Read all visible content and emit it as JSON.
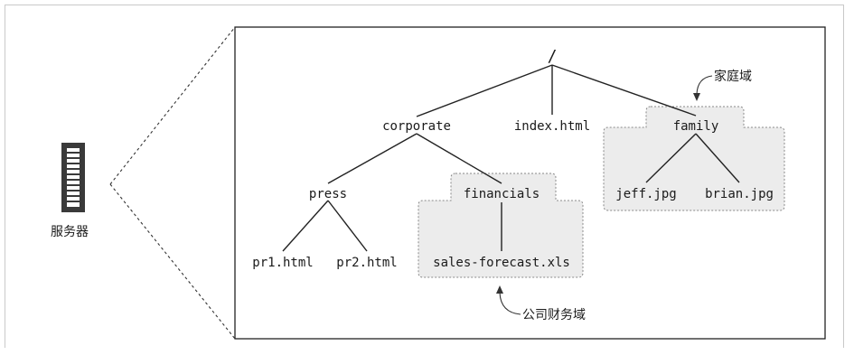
{
  "server": {
    "label": "服务器",
    "icon": "server-icon"
  },
  "tree": {
    "root": "/",
    "corporate": "corporate",
    "index": "index.html",
    "family": "family",
    "press": "press",
    "financials": "financials",
    "pr1": "pr1.html",
    "pr2": "pr2.html",
    "sales": "sales-forecast.xls",
    "jeff": "jeff.jpg",
    "brian": "brian.jpg"
  },
  "domains": {
    "family_domain": "家庭域",
    "corporate_finance_domain": "公司财务域"
  }
}
